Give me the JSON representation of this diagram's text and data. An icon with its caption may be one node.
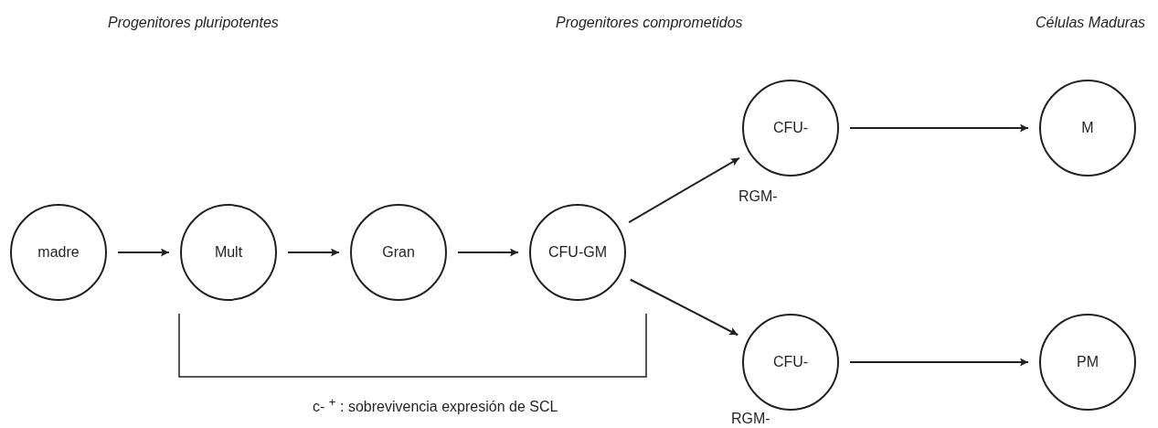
{
  "diagram": {
    "nodes": [
      {
        "text": [
          "madre"
        ]
      },
      {
        "text": [
          "Mult"
        ]
      },
      {
        "text": [
          "Gran"
        ]
      },
      {
        "text": [
          "CFU-GM"
        ]
      },
      {
        "text": [
          "CFU-"
        ],
        "beside": [
          "RGM-"
        ]
      },
      {
        "text": [
          "M"
        ]
      },
      {
        "text": [
          "CFU-"
        ],
        "beside": [
          "RGM-"
        ]
      },
      {
        "text": [
          "PM"
        ]
      }
    ],
    "edges": [
      {
        "from": 0,
        "to": 1,
        "arrow": "to"
      },
      {
        "from": 1,
        "to": 2,
        "arrow": "to"
      },
      {
        "from": 2,
        "to": 3,
        "arrow": "to"
      },
      {
        "from": 3,
        "to": 4,
        "arrow": "to"
      },
      {
        "from": 3,
        "to": 6,
        "arrow": "to"
      },
      {
        "from": 4,
        "to": 5,
        "arrow": "to"
      },
      {
        "from": 6,
        "to": 7,
        "arrow": "to"
      }
    ],
    "labels": [
      "Progenitores pluripotentes",
      "Progenitores comprometidos",
      "Células Maduras",
      "c- $^{+}$ : sobrevivencia expresión de SCL"
    ]
  }
}
